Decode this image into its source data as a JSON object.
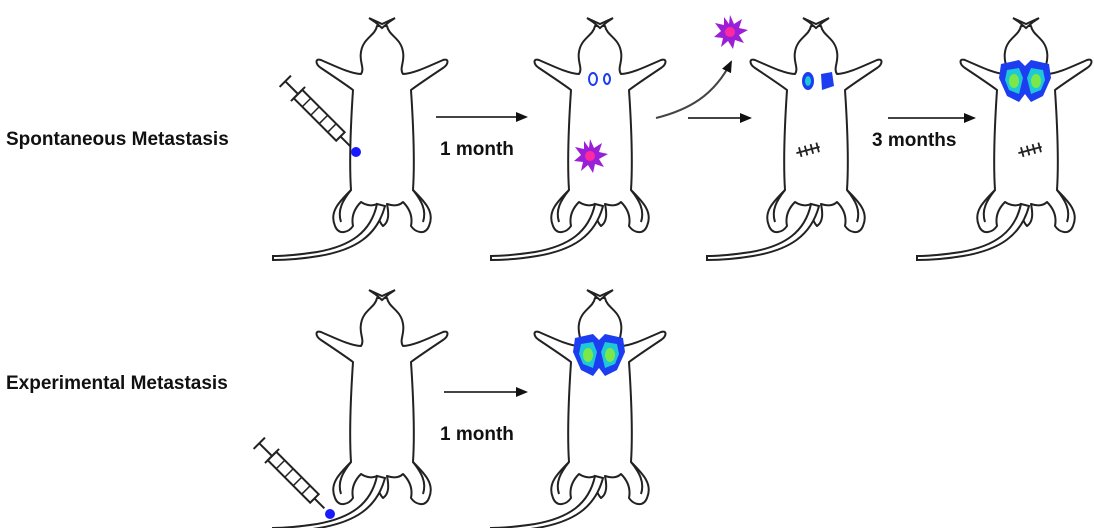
{
  "rows": {
    "spontaneous": {
      "label": "Spontaneous Metastasis",
      "steps": [
        "1 month",
        "3 months"
      ]
    },
    "experimental": {
      "label": "Experimental Metastasis",
      "steps": [
        "1 month"
      ]
    }
  },
  "colors": {
    "outline": "#222222",
    "arrow": "#444444",
    "tumor": "#9b1fd6",
    "tumor_core": "#ff2aa0",
    "signal_outer": "#1d3df0",
    "signal_mid": "#1ec8d6",
    "signal_core": "#7be84a",
    "injection_dot": "#1a1aff"
  },
  "icons": [
    "mouse-icon",
    "syringe-icon",
    "tumor-icon",
    "lung-signal-icon",
    "suture-icon",
    "arrow-icon"
  ]
}
